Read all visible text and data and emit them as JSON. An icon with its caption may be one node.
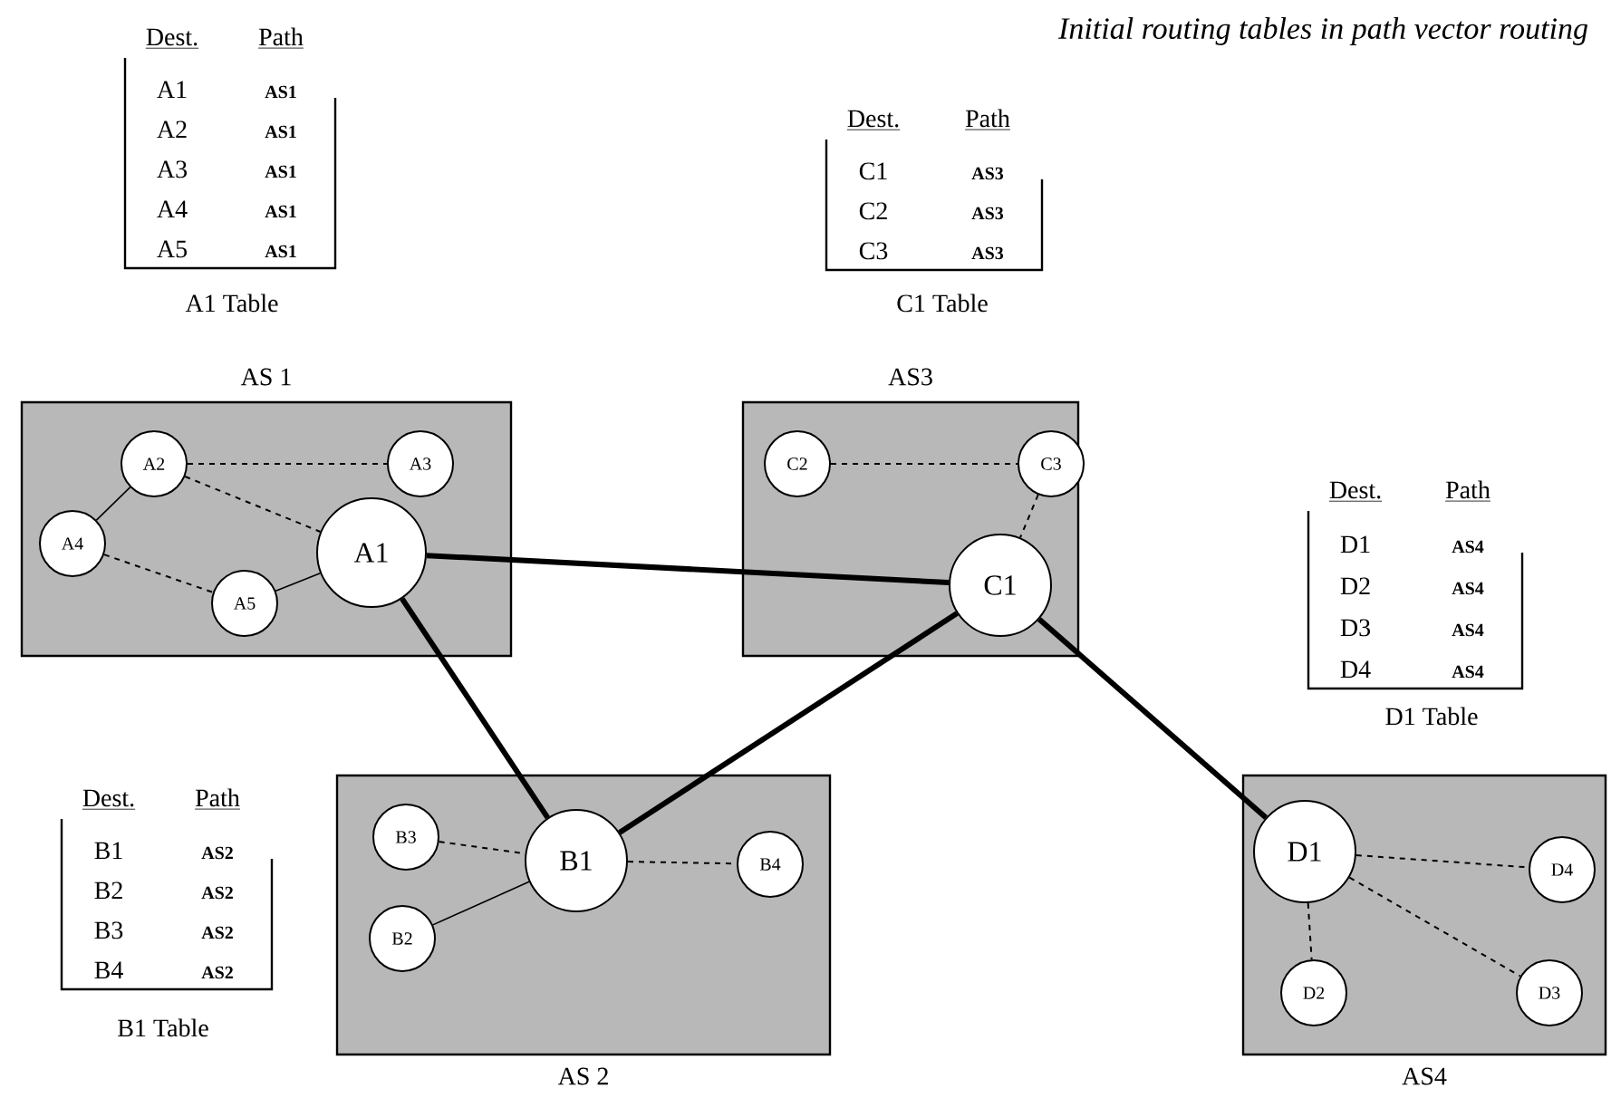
{
  "diagram": {
    "title": "Initial routing tables in path vector routing",
    "nodes": [
      {
        "text": [
          "AS 1"
        ]
      },
      {
        "text": [
          "A1"
        ],
        "in": 0
      },
      {
        "text": [
          "A2"
        ],
        "in": 0
      },
      {
        "text": [
          "A3"
        ],
        "in": 0
      },
      {
        "text": [
          "A4"
        ],
        "in": 0
      },
      {
        "text": [
          "A5"
        ],
        "in": 0
      },
      {
        "text": [
          "AS3"
        ]
      },
      {
        "text": [
          "C1"
        ],
        "in": 6
      },
      {
        "text": [
          "C2"
        ],
        "in": 6
      },
      {
        "text": [
          "C3"
        ],
        "in": 6
      },
      {
        "text": [
          "AS 2"
        ]
      },
      {
        "text": [
          "B1"
        ],
        "in": 10
      },
      {
        "text": [
          "B2"
        ],
        "in": 10
      },
      {
        "text": [
          "B3"
        ],
        "in": 10
      },
      {
        "text": [
          "B4"
        ],
        "in": 10
      },
      {
        "text": [
          "AS4"
        ]
      },
      {
        "text": [
          "D1"
        ],
        "in": 15
      },
      {
        "text": [
          "D2"
        ],
        "in": 15
      },
      {
        "text": [
          "D3"
        ],
        "in": 15
      },
      {
        "text": [
          "D4"
        ],
        "in": 15
      }
    ],
    "edges": [
      {
        "from": 1,
        "to": 7,
        "arrow": "none",
        "style": "thick"
      },
      {
        "from": 1,
        "to": 11,
        "arrow": "none",
        "style": "thick"
      },
      {
        "from": 11,
        "to": 7,
        "arrow": "none",
        "style": "thick"
      },
      {
        "from": 7,
        "to": 16,
        "arrow": "none",
        "style": "thick"
      },
      {
        "from": 2,
        "to": 3,
        "arrow": "none",
        "style": "dashed"
      },
      {
        "from": 2,
        "to": 1,
        "arrow": "none",
        "style": "dashed"
      },
      {
        "from": 2,
        "to": 4,
        "arrow": "none"
      },
      {
        "from": 4,
        "to": 5,
        "arrow": "none",
        "style": "dashed"
      },
      {
        "from": 5,
        "to": 1,
        "arrow": "none"
      },
      {
        "from": 8,
        "to": 9,
        "arrow": "none",
        "style": "dashed"
      },
      {
        "from": 9,
        "to": 7,
        "arrow": "none",
        "style": "dashed"
      },
      {
        "from": 13,
        "to": 11,
        "arrow": "none",
        "style": "dashed"
      },
      {
        "from": 12,
        "to": 11,
        "arrow": "none"
      },
      {
        "from": 11,
        "to": 14,
        "arrow": "none",
        "style": "dashed"
      },
      {
        "from": 16,
        "to": 19,
        "arrow": "none",
        "style": "dashed"
      },
      {
        "from": 16,
        "to": 17,
        "arrow": "none",
        "style": "dashed"
      },
      {
        "from": 16,
        "to": 18,
        "arrow": "none",
        "style": "dashed"
      }
    ],
    "labels": [
      "Dest.",
      "Path",
      "A1",
      "AS1",
      "A2",
      "AS1",
      "A3",
      "AS1",
      "A4",
      "AS1",
      "A5",
      "AS1",
      "A1 Table",
      "Dest.",
      "Path",
      "C1",
      "AS3",
      "C2",
      "AS3",
      "C3",
      "AS3",
      "C1 Table",
      "Dest.",
      "Path",
      "D1",
      "AS4",
      "D2",
      "AS4",
      "D3",
      "AS4",
      "D4",
      "AS4",
      "D1 Table",
      "Dest.",
      "Path",
      "B1",
      "AS2",
      "B2",
      "AS2",
      "B3",
      "AS2",
      "B4",
      "AS2",
      "B1 Table"
    ]
  }
}
